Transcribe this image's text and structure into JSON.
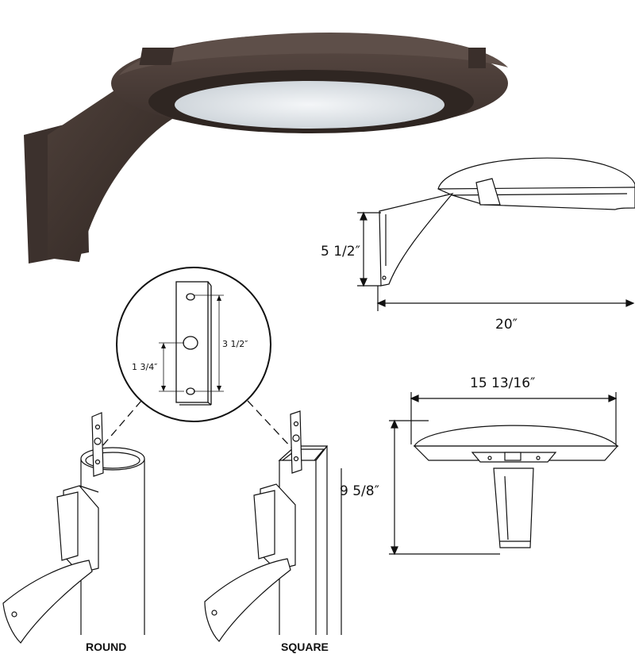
{
  "dimensions": {
    "height_side": "5 1/2″",
    "length_side": "20″",
    "width_front": "15 13/16″",
    "height_front": "9 5/8″",
    "plate_hole_spacing": "3 1/2″",
    "plate_center_offset": "1 3/4″"
  },
  "mounting_labels": {
    "round": "ROUND",
    "square": "SQUARE"
  },
  "colors": {
    "housing": "#4a3d38",
    "housing_dark": "#2f2622",
    "lens": "#e8ecef",
    "line": "#111111"
  }
}
